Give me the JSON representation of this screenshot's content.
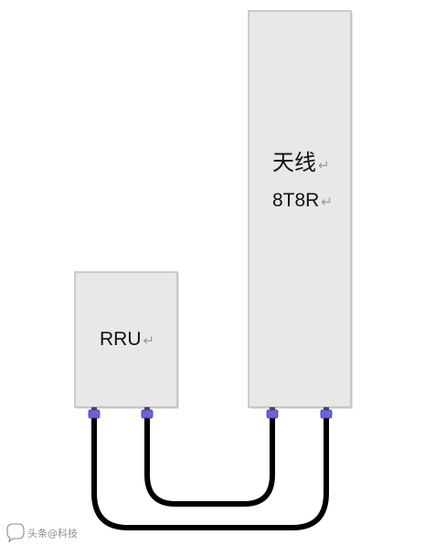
{
  "antenna": {
    "title": "天线",
    "spec": "8T8R",
    "return_mark": "↵"
  },
  "rru": {
    "label": "RRU",
    "return_mark": "↵"
  },
  "colors": {
    "box_fill": "#e8e8e8",
    "box_stroke": "#bdbdbd",
    "cable": "#000000",
    "connector": "#6a63d6"
  },
  "watermark": {
    "text": "头条@科技"
  }
}
